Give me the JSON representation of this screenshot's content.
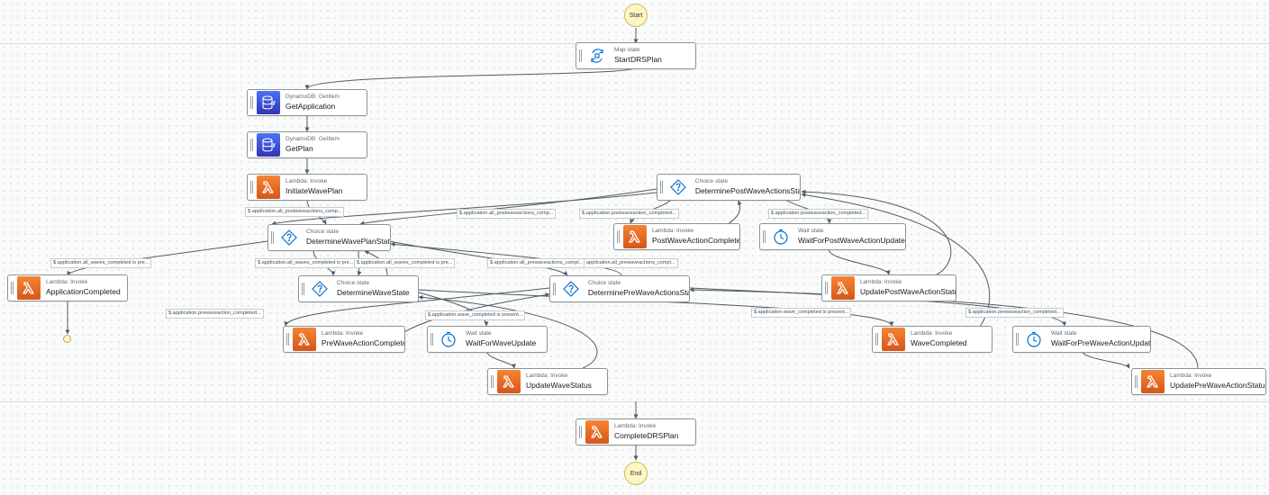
{
  "terminals": {
    "start": "Start",
    "end": "End"
  },
  "icons": {
    "map": "map-state-icon",
    "dynamo": "dynamodb-icon",
    "lambda": "lambda-icon",
    "choice": "choice-icon",
    "wait": "wait-clock-icon"
  },
  "colors": {
    "lambda": "#e8701f",
    "dynamo": "#3f48cc",
    "choice": "#0972d3",
    "wait": "#0972d3",
    "terminal_fill": "#fdf6c4",
    "edge": "#545b64"
  },
  "states": {
    "StartDRSPlan": {
      "type": "Map state",
      "name": "StartDRSPlan"
    },
    "GetApplication": {
      "type": "DynamoDB: GetItem",
      "name": "GetApplication"
    },
    "GetPlan": {
      "type": "DynamoDB: GetItem",
      "name": "GetPlan"
    },
    "InitiateWavePlan": {
      "type": "Lambda: Invoke",
      "name": "InitiateWavePlan"
    },
    "DeterminePostWaveActionsState": {
      "type": "Choice state",
      "name": "DeterminePostWaveActionsState"
    },
    "PostWaveActionCompleted": {
      "type": "Lambda: Invoke",
      "name": "PostWaveActionCompleted"
    },
    "WaitForPostWaveActionUpdate": {
      "type": "Wait state",
      "name": "WaitForPostWaveActionUpdate"
    },
    "DetermineWavePlanState": {
      "type": "Choice state",
      "name": "DetermineWavePlanState"
    },
    "UpdatePostWaveActionStatus": {
      "type": "Lambda: Invoke",
      "name": "UpdatePostWaveActionStatus"
    },
    "ApplicationCompleted": {
      "type": "Lambda: Invoke",
      "name": "ApplicationCompleted"
    },
    "DetermineWaveState": {
      "type": "Choice state",
      "name": "DetermineWaveState"
    },
    "DeterminePreWaveActionsState": {
      "type": "Choice state",
      "name": "DeterminePreWaveActionsState"
    },
    "PreWaveActionCompleted": {
      "type": "Lambda: Invoke",
      "name": "PreWaveActionCompleted"
    },
    "WaitForWaveUpdate": {
      "type": "Wait state",
      "name": "WaitForWaveUpdate"
    },
    "WaveCompleted": {
      "type": "Lambda: Invoke",
      "name": "WaveCompleted"
    },
    "WaitForPreWaveActionUpdate": {
      "type": "Wait state",
      "name": "WaitForPreWaveActionUpdate"
    },
    "UpdateWaveStatus": {
      "type": "Lambda: Invoke",
      "name": "UpdateWaveStatus"
    },
    "UpdatePreWaveActionStatus": {
      "type": "Lambda: Invoke",
      "name": "UpdatePreWaveActionStatus"
    },
    "CompleteDRSPlan": {
      "type": "Lambda: Invoke",
      "name": "CompleteDRSPlan"
    }
  },
  "edge_labels": {
    "e1": "$.application.all_postwaveactions_comp...",
    "e2": "$.application.all_postwaveactions_comp...",
    "e3": "$.application.postwaveaction_completed...",
    "e4": "$.application.postwaveaction_completed...",
    "e5": "$.application.all_waves_completed is pre...",
    "e6": "$.application.all_waves_completed is pre...",
    "e7": "$.application.all_waves_completed is pre...",
    "e8": "$.application.all_prewaveactions_compl...",
    "e9": "application.all_prewaveactions_compl...",
    "e10": "$.application.prewaveaction_completed...",
    "e11": "$.application.wave_completed is present...",
    "e12": "$.application.wave_completed is present...",
    "e13": "$.application.prewaveaction_completed..."
  }
}
